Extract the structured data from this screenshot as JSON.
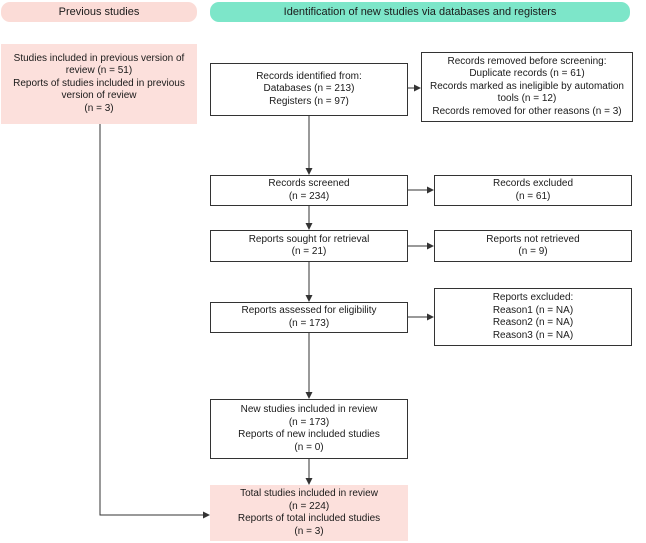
{
  "headers": {
    "previous": "Previous studies",
    "new": "Identification of new studies via databases and registers"
  },
  "boxes": {
    "previous_studies": [
      "Studies included in previous version of",
      "review (n = 51)",
      "Reports of studies included in previous",
      "version of review",
      "(n = 3)"
    ],
    "identified": [
      "Records identified from:",
      "Databases (n = 213)",
      "Registers (n = 97)"
    ],
    "removed": [
      "Records removed before screening:",
      "Duplicate records (n = 61)",
      "Records marked as ineligible by automation",
      "tools (n = 12)",
      "Records removed for other reasons (n = 3)"
    ],
    "screened": [
      "Records screened",
      "(n = 234)"
    ],
    "excluded": [
      "Records excluded",
      "(n = 61)"
    ],
    "sought": [
      "Reports sought for retrieval",
      "(n = 21)"
    ],
    "not_retrieved": [
      "Reports not retrieved",
      "(n = 9)"
    ],
    "assessed": [
      "Reports assessed for eligibility",
      "(n = 173)"
    ],
    "reports_excluded": [
      "Reports excluded:",
      "Reason1 (n = NA)",
      "Reason2 (n = NA)",
      "Reason3 (n = NA)"
    ],
    "new_included": [
      "New studies included in review",
      "(n = 173)",
      "Reports of new included studies",
      "(n = 0)"
    ],
    "total_included": [
      "Total studies included in review",
      "(n = 224)",
      "Reports of total included studies",
      "(n = 3)"
    ]
  }
}
